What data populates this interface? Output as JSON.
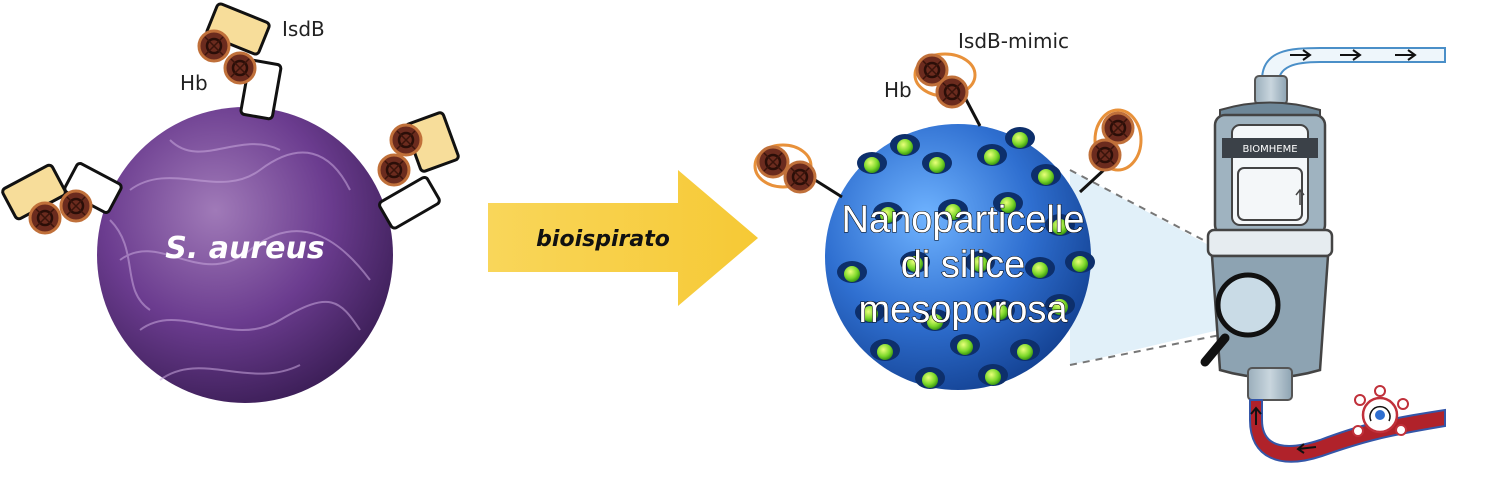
{
  "bacterium": {
    "label": "S. aureus",
    "color": "#6b3c8f"
  },
  "bacterium_labels": {
    "receptor": "IsdB",
    "hemoglobin": "Hb"
  },
  "arrow": {
    "label": "bioispirato",
    "color": "#f6c935"
  },
  "nanoparticle": {
    "line1": "Nanoparticelle",
    "line2": "di silice",
    "line3": "mesoporosa",
    "color": "#2f6fd0"
  },
  "nanoparticle_labels": {
    "receptor": "IsdB-mimic",
    "hemoglobin": "Hb"
  },
  "device": {
    "label": "BIOMHEME",
    "body_color": "#8da3b2"
  },
  "colors": {
    "heme": "#6b2b1e",
    "ring": "#a0522d",
    "receptor_box": "#f7dd9a",
    "loop": "#e8913a",
    "blood": "#b0222a",
    "pore_green": "#7cd82a"
  }
}
